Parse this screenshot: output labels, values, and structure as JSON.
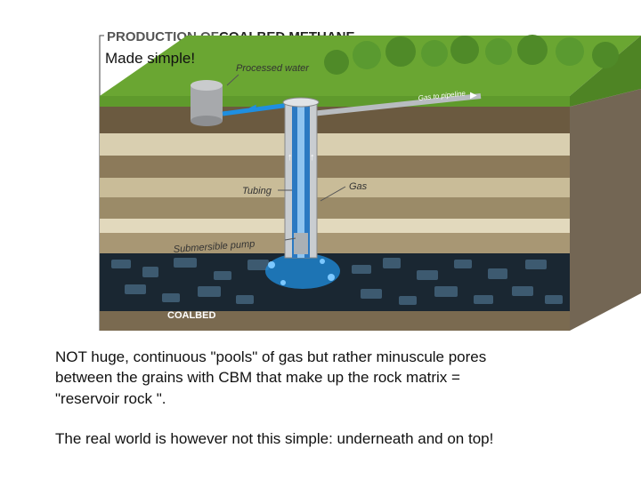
{
  "diagram": {
    "title_part1": "PRODUCTION OF",
    "title_part2": "COALBED METHANE",
    "labels": {
      "processed_water": "Processed water",
      "gas_to_pipeline": "Gas to pipeline",
      "tubing": "Tubing",
      "gas": "Gas",
      "submersible_pump": "Submersible pump",
      "coalbed": "COALBED"
    }
  },
  "subtitle": "Made simple!",
  "body": {
    "line1": "NOT huge, continuous \"pools\" of gas but rather minuscule pores",
    "line2": "between the grains with CBM that make up the rock matrix =",
    "line3": " \"reservoir rock \".",
    "line4": "The real world is however not this simple: underneath and on top!"
  },
  "colors": {
    "grass": "#5f9a2c",
    "soil_light": "#d9cfb0",
    "soil_dark": "#7a6a50",
    "coal": "#1a2732",
    "water": "#1f8fe0"
  }
}
